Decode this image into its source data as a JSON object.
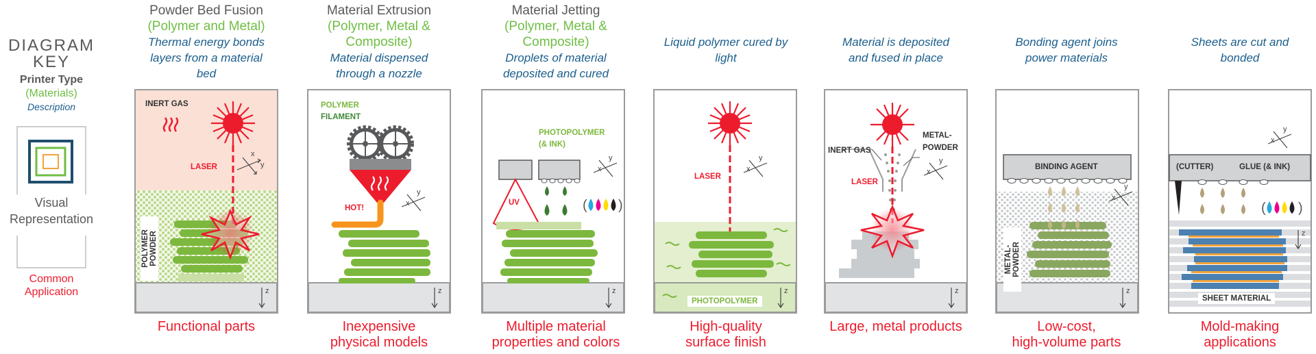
{
  "key": {
    "title_line1": "DIAGRAM",
    "title_line2": "KEY",
    "printer_type": "Printer Type",
    "materials": "(Materials)",
    "description": "Description",
    "visual_line1": "Visual",
    "visual_line2": "Representation",
    "application_line1": "Common",
    "application_line2": "Application"
  },
  "columns": [
    {
      "title": "Powder Bed Fusion",
      "materials": [
        "(Polymer and Metal)"
      ],
      "description": [
        "Thermal energy bonds",
        "layers from a material",
        "bed"
      ],
      "application": [
        "Functional parts"
      ],
      "labels": {
        "inert_gas": "INERT GAS",
        "laser": "LASER",
        "powder": "POLYMER POWDER"
      }
    },
    {
      "title": "Material Extrusion",
      "materials": [
        "(Polymer, Metal &",
        "Composite)"
      ],
      "description": [
        "Material dispensed",
        "through a nozzle"
      ],
      "application": [
        "Inexpensive",
        "physical models"
      ],
      "labels": {
        "polymer": "POLYMER",
        "filament": "FILAMENT",
        "hot": "HOT!"
      }
    },
    {
      "title": "Material Jetting",
      "materials": [
        "(Polymer, Metal &",
        "Composite)"
      ],
      "description": [
        "Droplets of material",
        "deposited and cured"
      ],
      "application": [
        "Multiple material",
        "properties and colors"
      ],
      "labels": {
        "photopolymer": "PHOTOPOLYMER",
        "ink": "(& INK)",
        "uv": "UV"
      }
    },
    {
      "title": "",
      "materials": [],
      "description": [
        "Liquid polymer cured by",
        "light"
      ],
      "application": [
        "High-quality",
        "surface finish"
      ],
      "labels": {
        "laser": "LASER",
        "photopolymer": "PHOTOPOLYMER"
      }
    },
    {
      "title": "",
      "materials": [],
      "description": [
        "Material is deposited",
        "and fused in place"
      ],
      "application": [
        "Large, metal products"
      ],
      "labels": {
        "inert_gas": "INERT GAS",
        "metal": "METAL-",
        "powder": "POWDER",
        "laser": "LASER"
      }
    },
    {
      "title": "",
      "materials": [],
      "description": [
        "Bonding agent joins",
        "power materials"
      ],
      "application": [
        "Low-cost,",
        "high-volume parts"
      ],
      "labels": {
        "binding": "BINDING AGENT",
        "powder": "METAL- POWDER"
      }
    },
    {
      "title": "",
      "materials": [],
      "description": [
        "Sheets are cut and",
        "bonded"
      ],
      "application": [
        "Mold-making",
        "applications"
      ],
      "labels": {
        "cutter": "(CUTTER)",
        "glue": "GLUE (& INK)",
        "sheet": "SHEET MATERIAL"
      }
    }
  ],
  "axes": {
    "x": "x",
    "y": "y",
    "z": "z"
  },
  "colors": {
    "title": "#58595b",
    "materials": "#6fbe44",
    "description": "#1b5e8c",
    "application": "#ec1c2d",
    "laser": "#ec1c2d",
    "part_green": "#7cb83e",
    "frame": "#9b9b9b",
    "build_plate": "#e2e3e4"
  }
}
